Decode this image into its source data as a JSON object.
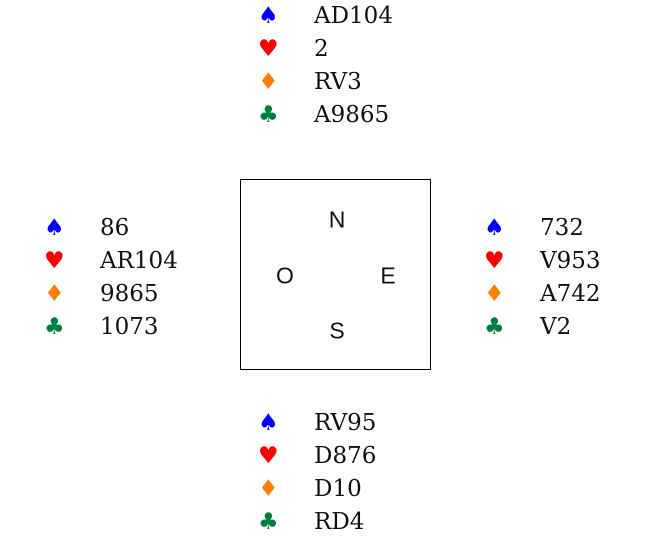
{
  "suit_colors": {
    "spade": "#0000ff",
    "heart": "#ff0000",
    "diamond": "#ff8000",
    "club": "#008040"
  },
  "suit_symbols": {
    "spade": "♠",
    "heart": "♥",
    "diamond": "♦",
    "club": "♣"
  },
  "compass": {
    "north": "N",
    "west": "O",
    "east": "E",
    "south": "S"
  },
  "hands": {
    "north": {
      "spades": "AD104",
      "hearts": "2",
      "diamonds": "RV3",
      "clubs": "A9865"
    },
    "west": {
      "spades": "86",
      "hearts": "AR104",
      "diamonds": "9865",
      "clubs": "1073"
    },
    "east": {
      "spades": "732",
      "hearts": "V953",
      "diamonds": "A742",
      "clubs": "V2"
    },
    "south": {
      "spades": "RV95",
      "hearts": "D876",
      "diamonds": "D10",
      "clubs": "RD4"
    }
  }
}
